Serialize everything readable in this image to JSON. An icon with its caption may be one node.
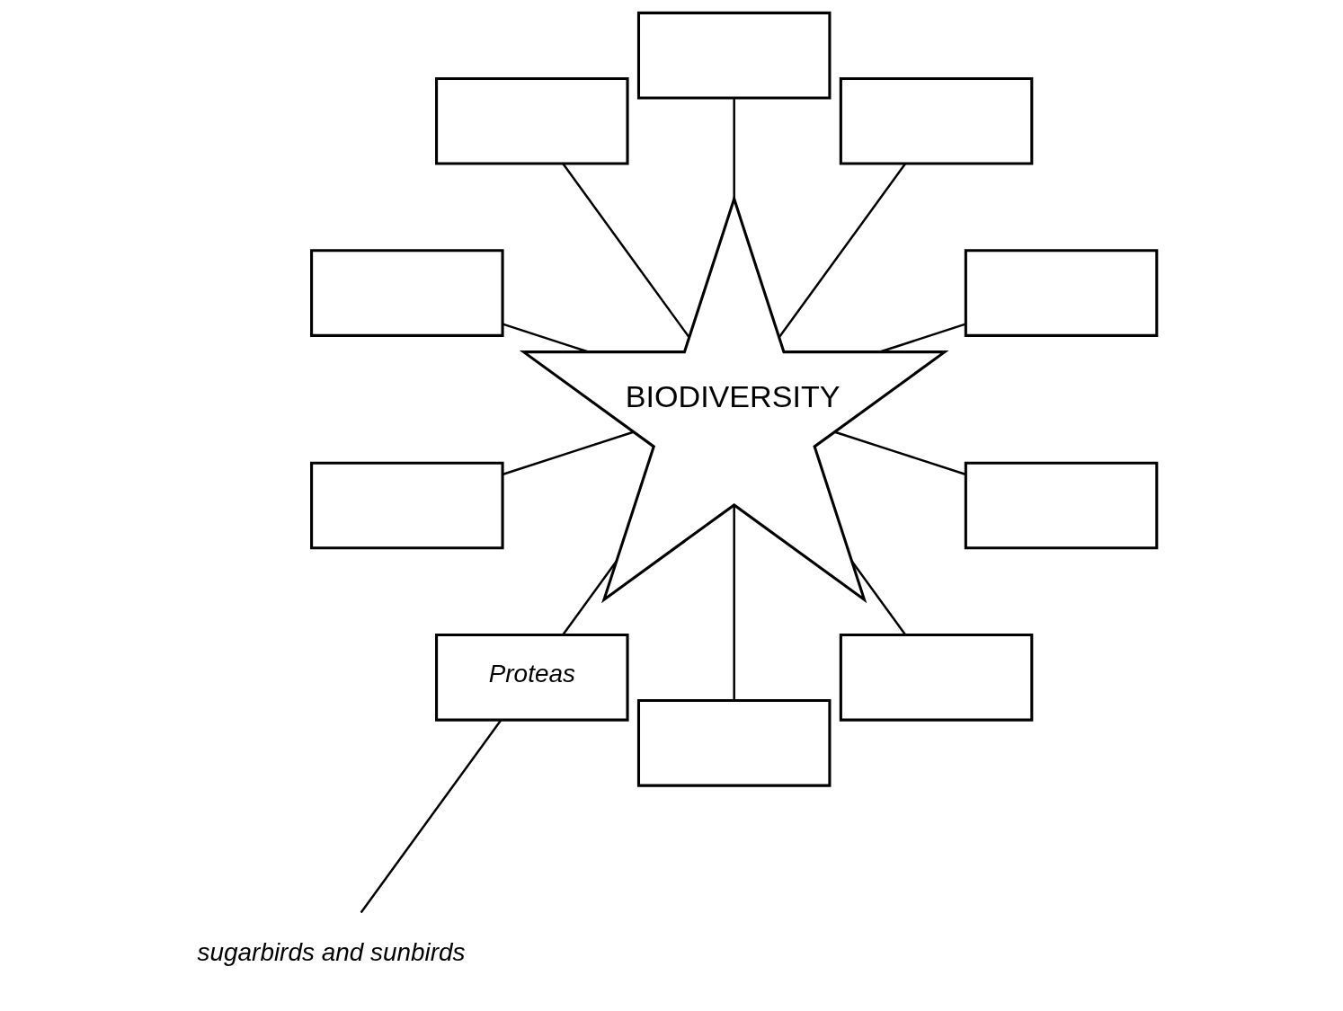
{
  "diagram": {
    "nodes": [
      {
        "text": [
          "BIODIVERSITY"
        ]
      },
      {
        "text": [],
        "shape": "box"
      },
      {
        "text": [],
        "shape": "box"
      },
      {
        "text": [],
        "shape": "box"
      },
      {
        "text": [],
        "shape": "box"
      },
      {
        "text": [],
        "shape": "box"
      },
      {
        "text": [],
        "shape": "box"
      },
      {
        "text": [
          "Proteas"
        ]
      },
      {
        "text": [],
        "shape": "box"
      },
      {
        "text": [],
        "shape": "box"
      },
      {
        "text": [],
        "shape": "box"
      },
      {
        "text": [
          "sugarbirds and sunbirds"
        ]
      }
    ],
    "edges": [
      {
        "from": 0,
        "to": 1,
        "arrow": "none"
      },
      {
        "from": 0,
        "to": 2,
        "arrow": "none"
      },
      {
        "from": 0,
        "to": 3,
        "arrow": "none"
      },
      {
        "from": 0,
        "to": 4,
        "arrow": "none"
      },
      {
        "from": 0,
        "to": 5,
        "arrow": "none"
      },
      {
        "from": 0,
        "to": 6,
        "arrow": "none"
      },
      {
        "from": 0,
        "to": 7,
        "arrow": "none"
      },
      {
        "from": 0,
        "to": 8,
        "arrow": "none"
      },
      {
        "from": 0,
        "to": 9,
        "arrow": "none"
      },
      {
        "from": 0,
        "to": 10,
        "arrow": "none"
      },
      {
        "from": 7,
        "to": 11,
        "arrow": "none"
      }
    ]
  }
}
